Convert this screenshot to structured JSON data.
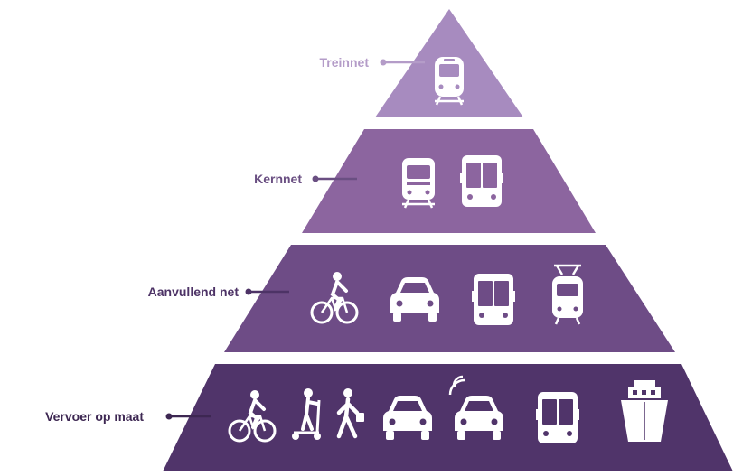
{
  "tiers": [
    {
      "label": "Treinnet",
      "color": "#a78bbf",
      "label_color": "#b49cc8",
      "icons": [
        "train-icon"
      ]
    },
    {
      "label": "Kernnet",
      "color": "#8c659f",
      "label_color": "#6a4f82",
      "icons": [
        "tram-icon",
        "bus-icon"
      ]
    },
    {
      "label": "Aanvullend net",
      "color": "#6e4c86",
      "label_color": "#4d3366",
      "icons": [
        "cyclist-icon",
        "car-icon",
        "bus-icon",
        "trolleybus-icon"
      ]
    },
    {
      "label": "Vervoer op maat",
      "color": "#50346a",
      "label_color": "#3d2752",
      "icons": [
        "cyclist-icon",
        "scooter-icon",
        "pedestrian-icon",
        "car-icon",
        "connected-car-icon",
        "bus-icon",
        "ferry-icon"
      ]
    }
  ]
}
